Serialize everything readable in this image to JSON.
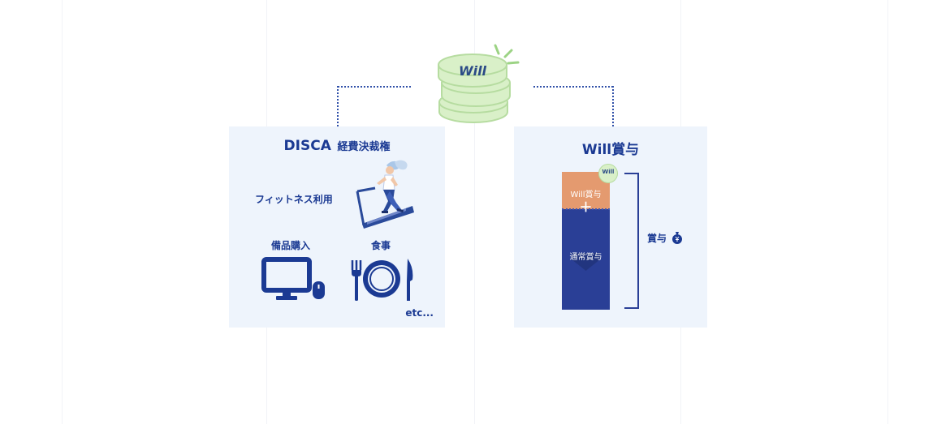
{
  "coin": {
    "label": "Will"
  },
  "left_panel": {
    "title": "DISCA",
    "title_suffix": "経費決裁権",
    "items": [
      {
        "label": "フィットネス利用"
      },
      {
        "label": "備品購入"
      },
      {
        "label": "食事"
      }
    ],
    "etc": "etc..."
  },
  "right_panel": {
    "title": "Will賞与",
    "stack": {
      "top_label": "Will賞与",
      "bottom_label": "通常賞与",
      "badge": "Will"
    },
    "bracket_label": "賞与"
  },
  "colors": {
    "panel_bg": "#eef4fc",
    "navy": "#1b3a93",
    "stack_navy": "#2a3f96",
    "orange": "#e49a6f",
    "coin_green": "#d9f0c8",
    "dots": "#2f4fa8"
  }
}
